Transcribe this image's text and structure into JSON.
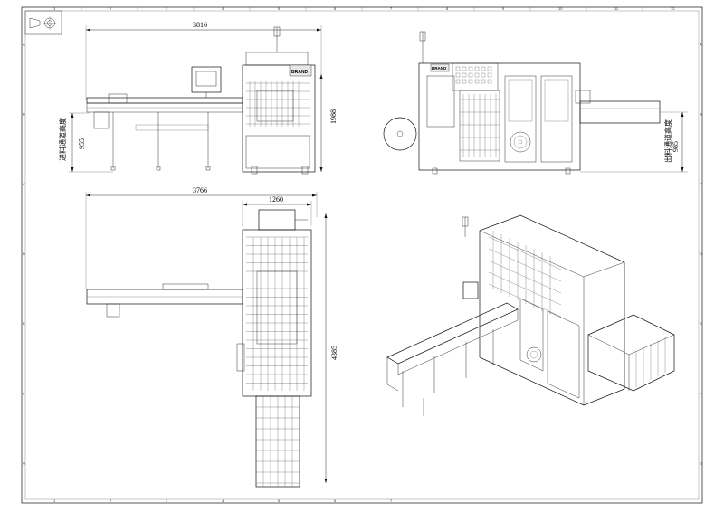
{
  "drawing": {
    "grid_cols": [
      "1",
      "2",
      "3",
      "4",
      "5",
      "6",
      "7",
      "8",
      "9",
      "10",
      "11",
      "12"
    ],
    "grid_cols_bottom": [
      "1",
      "2",
      "3",
      "4",
      "5",
      "6",
      "7"
    ],
    "grid_rows": [
      "A",
      "B",
      "C",
      "D",
      "E",
      "F",
      "G"
    ],
    "views": {
      "front": {
        "width_dim": "3816",
        "height_dim": "1988",
        "infeed_dim": "955",
        "infeed_label": "进料通道高度"
      },
      "side": {
        "outfeed_dim": "985",
        "outfeed_label": "出料通道高度"
      },
      "top": {
        "length_dim": "3766",
        "body_dim": "1260",
        "depth_dim": "4385"
      },
      "iso": {}
    },
    "brand": "BRAND"
  }
}
